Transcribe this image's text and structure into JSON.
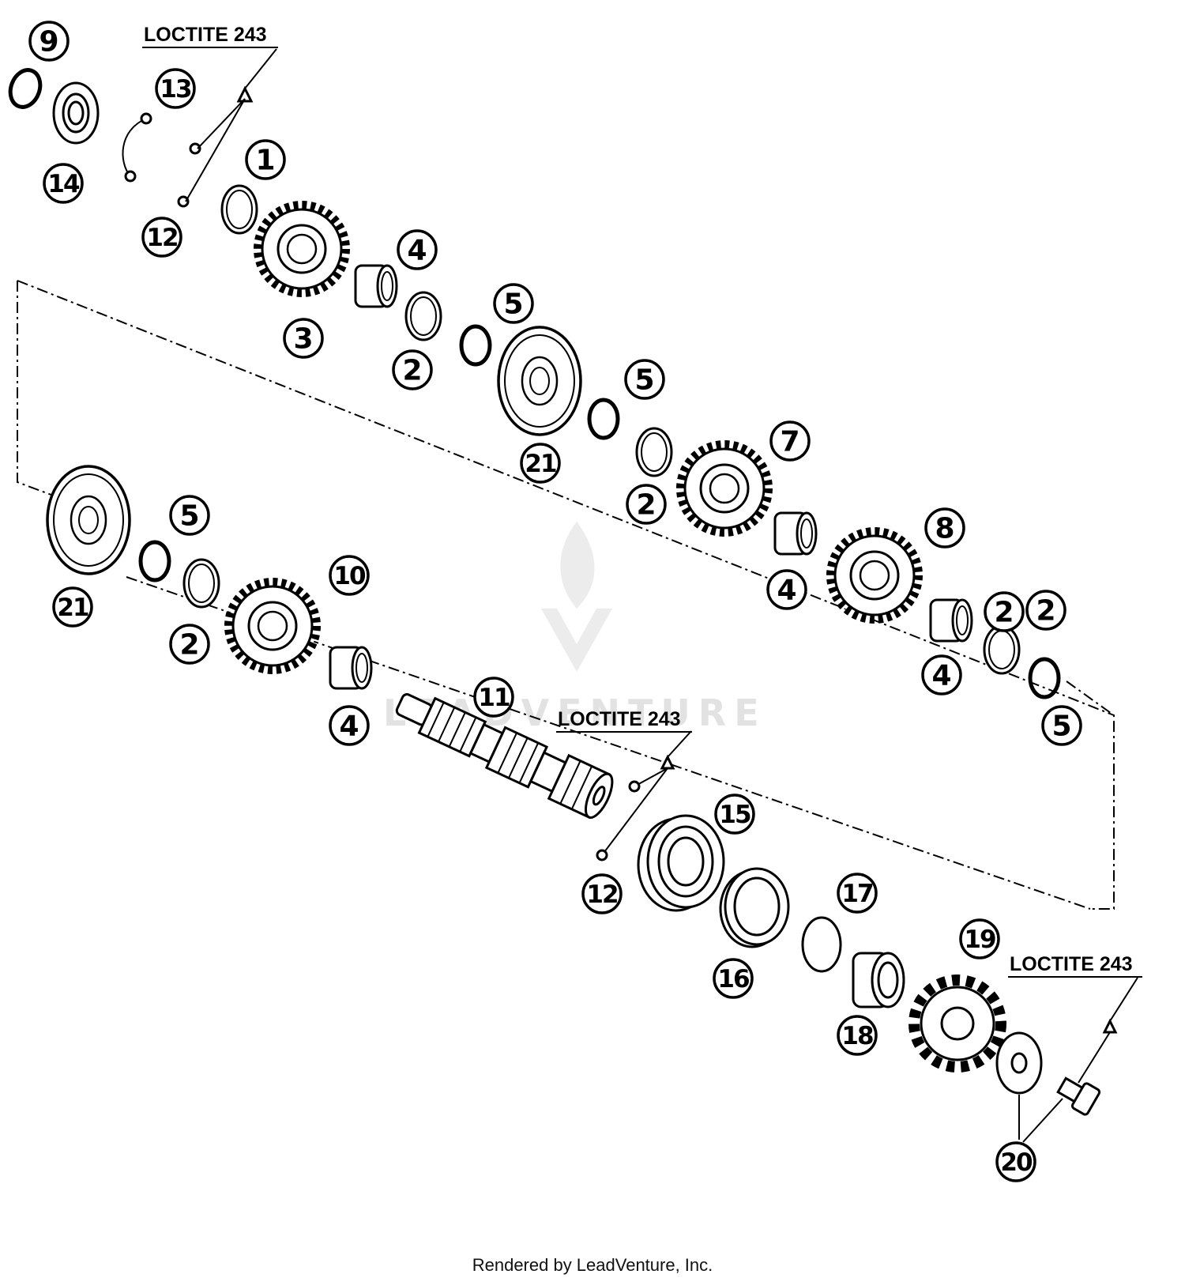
{
  "diagram": {
    "callouts": [
      "9",
      "13",
      "14",
      "12",
      "1",
      "3",
      "4",
      "2",
      "5",
      "21",
      "5",
      "2",
      "7",
      "8",
      "4",
      "2",
      "21",
      "5",
      "2",
      "10",
      "4",
      "11",
      "12",
      "15",
      "16",
      "17",
      "18",
      "19",
      "20",
      "4",
      "2",
      "5"
    ],
    "notes": [
      "LOCTITE 243",
      "LOCTITE 243",
      "LOCTITE 243"
    ],
    "watermark": "LEADVENTURE"
  },
  "footer": "Rendered by LeadVenture, Inc."
}
